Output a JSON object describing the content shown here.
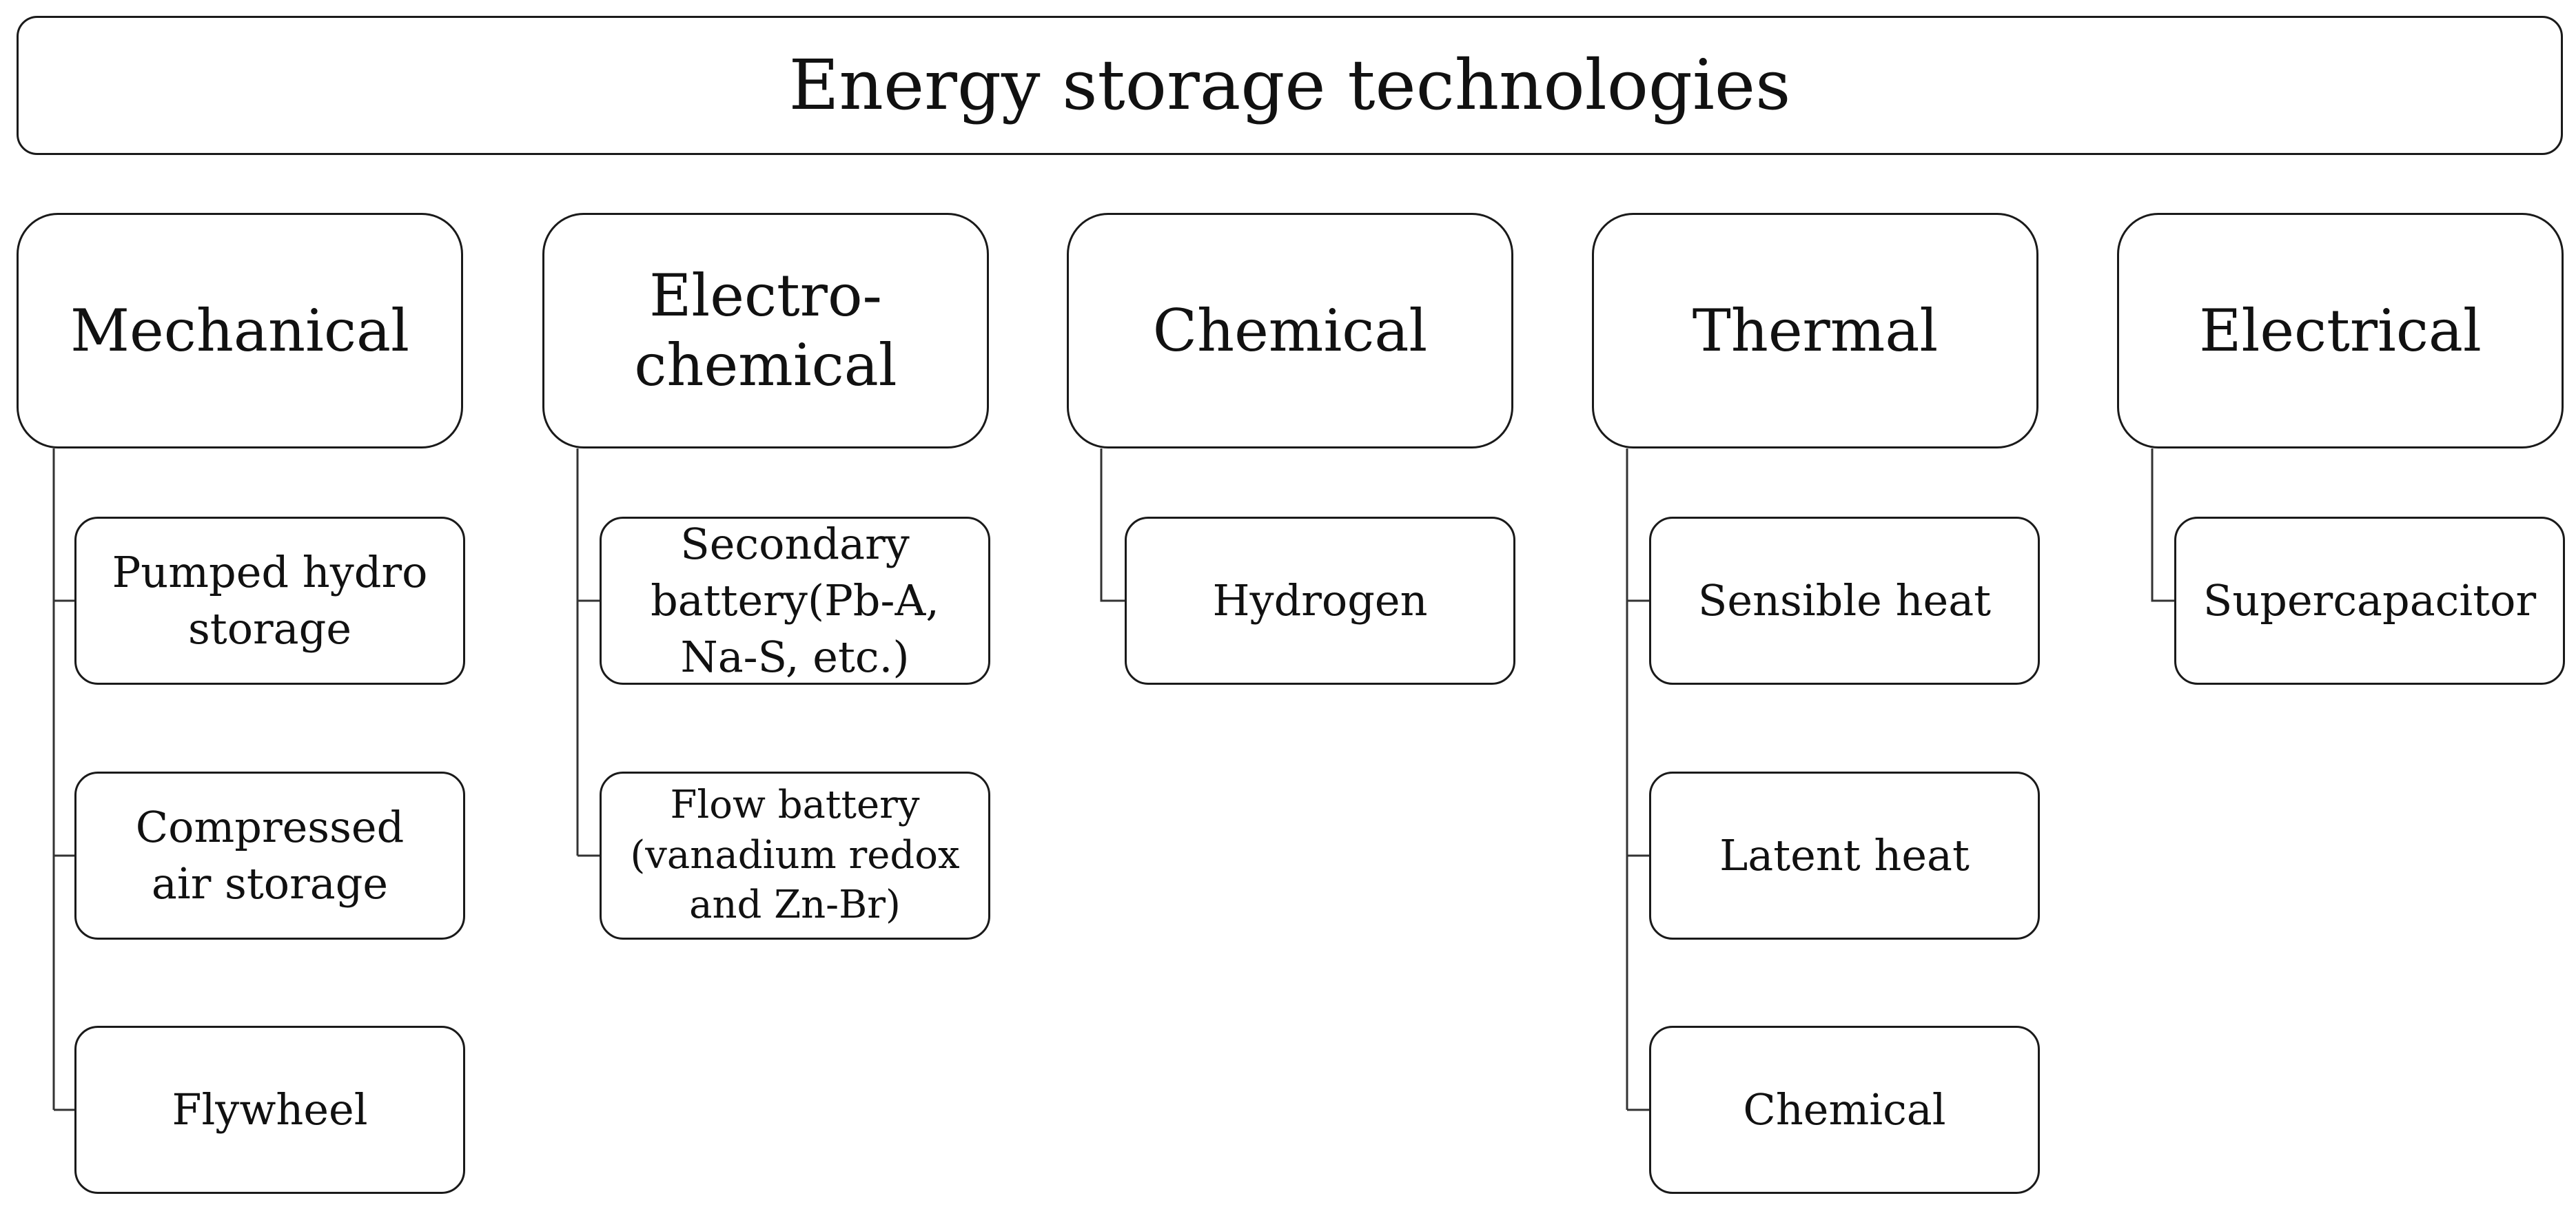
{
  "title": "Energy storage technologies",
  "categories": [
    {
      "label": "Mechanical",
      "items": [
        "Pumped hydro\nstorage",
        "Compressed\nair storage",
        "Flywheel"
      ]
    },
    {
      "label": "Electro-\nchemical",
      "items": [
        "Secondary\nbattery(Pb-A,\nNa-S, etc.)",
        "Flow battery\n(vanadium redox\nand Zn-Br)"
      ]
    },
    {
      "label": "Chemical",
      "items": [
        "Hydrogen"
      ]
    },
    {
      "label": "Thermal",
      "items": [
        "Sensible heat",
        "Latent heat",
        "Chemical"
      ]
    },
    {
      "label": "Electrical",
      "items": [
        "Supercapacitor"
      ]
    }
  ]
}
